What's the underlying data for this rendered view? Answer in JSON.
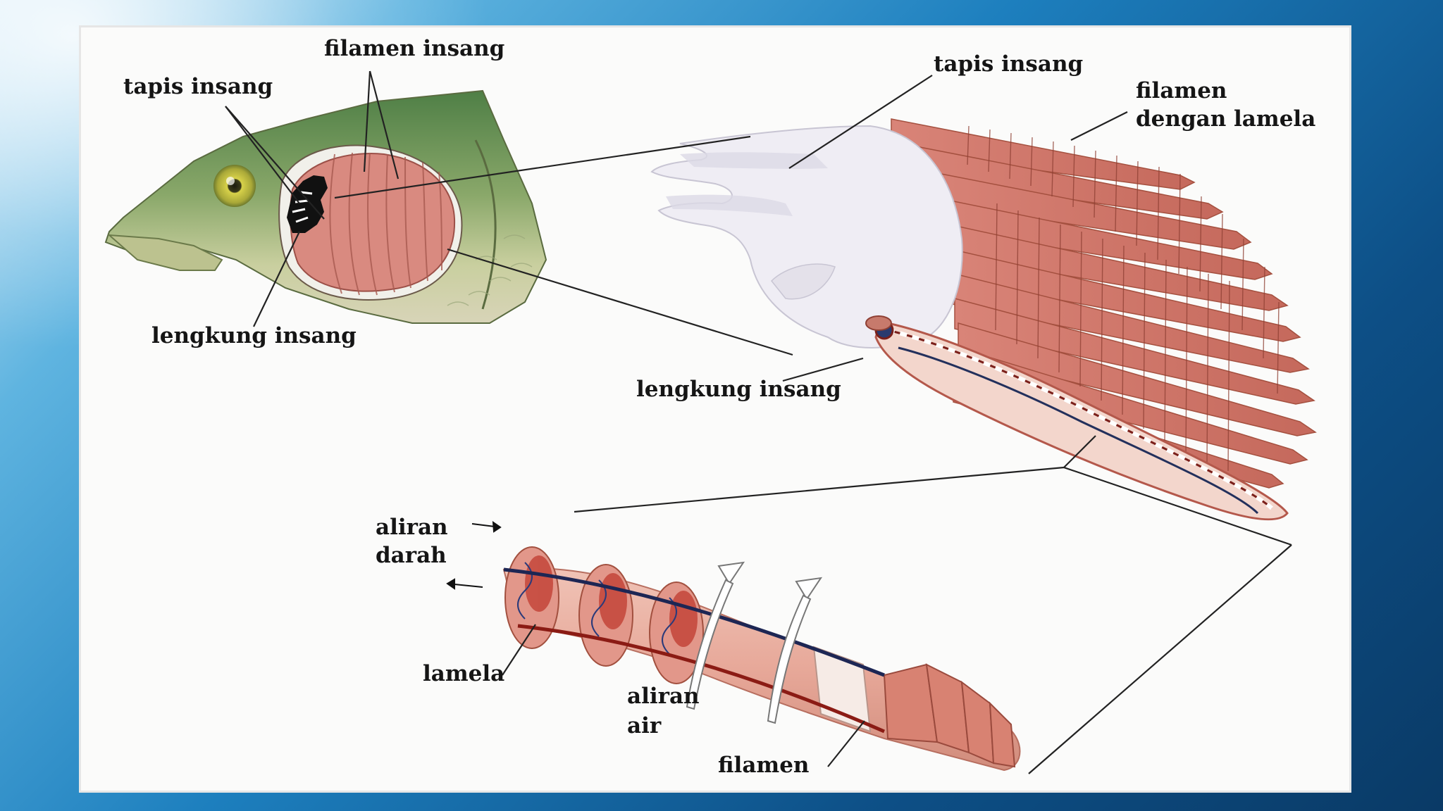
{
  "labels": {
    "head_filament": "filamen insang",
    "head_raker": "tapis insang",
    "head_arch": "lengkung insang",
    "arch_raker": "tapis insang",
    "arch_filament_line1": "filamen",
    "arch_filament_line2": "dengan lamela",
    "arch_arch": "lengkung insang",
    "blood_line1": "aliran",
    "blood_line2": "darah",
    "lamella": "lamela",
    "water_line1": "aliran",
    "water_line2": "air",
    "filament": "filamen"
  },
  "colors": {
    "gill_pink": "#d9867a",
    "fish_green": "#6f9a5c",
    "panel_bg": "#fbfbfa"
  }
}
